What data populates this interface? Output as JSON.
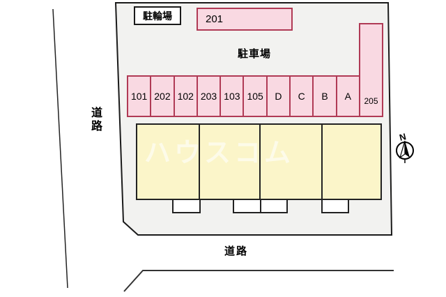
{
  "site_plan": {
    "bicycle_parking_label": "駐輪場",
    "parking_lot_label": "駐車場",
    "space_201_label": "201",
    "space_205_label": "205",
    "stalls": [
      "101",
      "202",
      "102",
      "203",
      "103",
      "105",
      "D",
      "C",
      "B",
      "A"
    ],
    "building_units": 4,
    "road_label_left": "道路",
    "road_label_bottom": "道路",
    "watermark": "ハウスコム",
    "compass": {
      "north_label": "N"
    },
    "colors": {
      "plot_fill": "#f2f2f0",
      "plot_border": "#1a1a1a",
      "parking_fill": "#f9d9e2",
      "parking_border": "#b03a55",
      "building_fill": "#fbf5c9",
      "building_border": "#222222",
      "label_box_fill": "#ffffff",
      "watermark_color": "#ffffff"
    }
  }
}
